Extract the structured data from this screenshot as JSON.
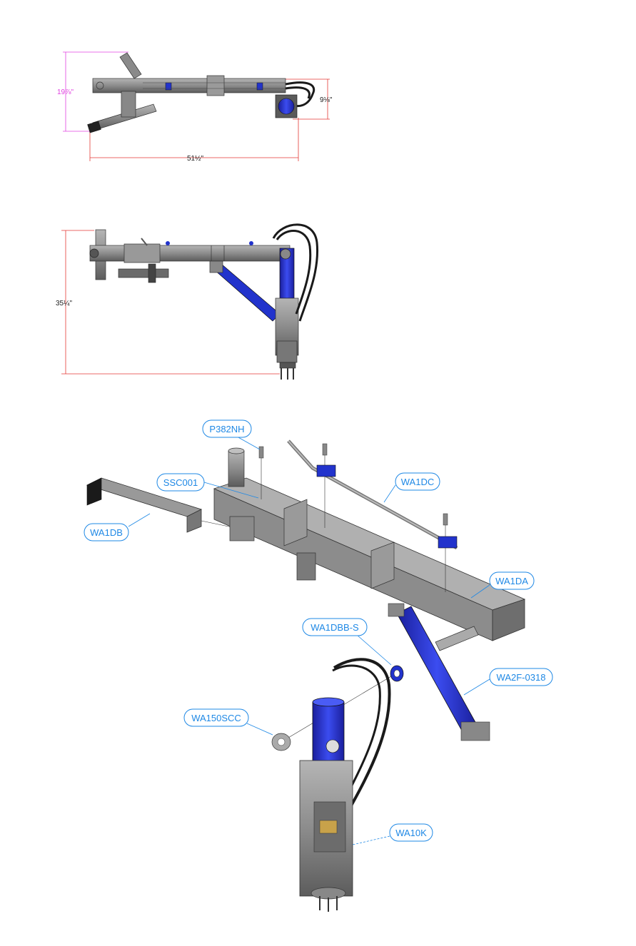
{
  "top_view": {
    "height_dim": "19⅞\"",
    "depth_dim": "9⅛\"",
    "width_dim": "51½\""
  },
  "side_view": {
    "height_dim": "35¼\""
  },
  "callouts": {
    "p382nh": "P382NH",
    "ssc001": "SSC001",
    "wa1db": "WA1DB",
    "wa1dc": "WA1DC",
    "wa1da": "WA1DA",
    "wa1dbb_s": "WA1DBB-S",
    "wa2f_0318": "WA2F-0318",
    "wa150scc": "WA150SCC",
    "wa10k": "WA10K"
  },
  "colors": {
    "steel": "#8a8a8a",
    "steel_dark": "#5a5a5a",
    "blue_part": "#2233cc",
    "hose": "#1a1a1a",
    "dim_red": "#e53935",
    "dim_magenta": "#e040e0",
    "callout_blue": "#1e88e5"
  }
}
